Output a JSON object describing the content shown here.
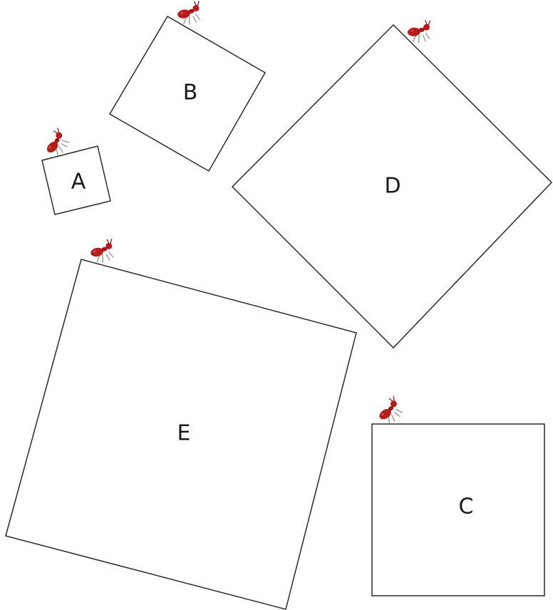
{
  "squares": [
    {
      "id": "A",
      "label": "A"
    },
    {
      "id": "B",
      "label": "B"
    },
    {
      "id": "D",
      "label": "D"
    },
    {
      "id": "E",
      "label": "E"
    },
    {
      "id": "C",
      "label": "C"
    }
  ],
  "colors": {
    "ant_body": "#b51c1c",
    "ant_dark": "#7a0f0f",
    "ant_legs": "#8a8a8a",
    "outline": "#2a2a2a"
  },
  "icons": [
    "ant-icon"
  ]
}
